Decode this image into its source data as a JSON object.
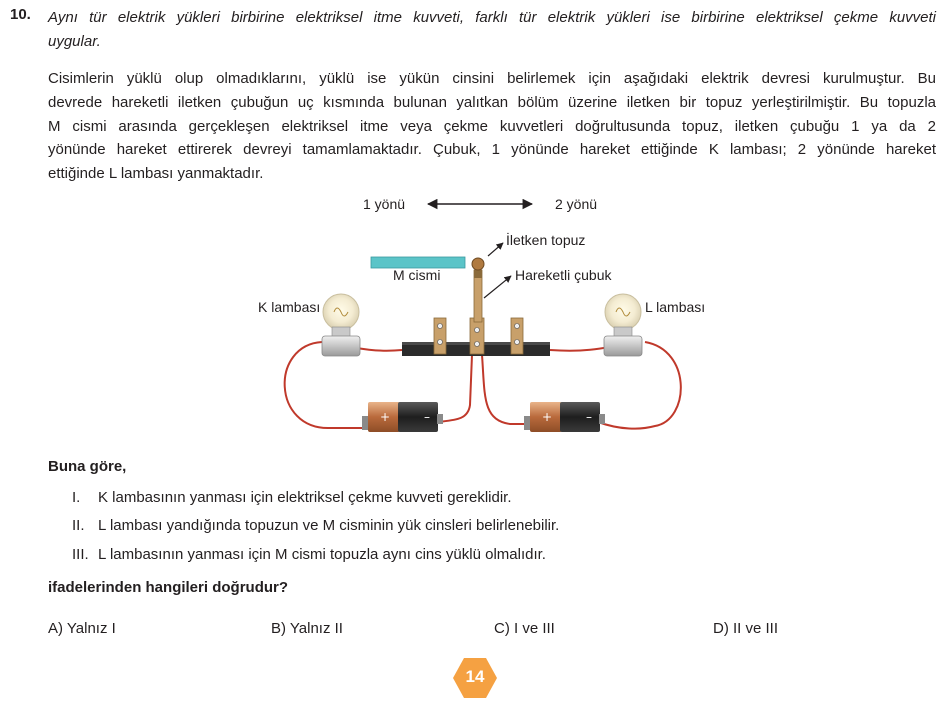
{
  "question": {
    "number": "10.",
    "intro_line1": "Aynı tür elektrik yükleri birbirine elektriksel itme kuvveti, farklı tür elektrik yükleri ise birbirine elektriksel çekme kuvveti",
    "intro_line2": "uygular.",
    "body_lines": [
      "Cisimlerin yüklü olup olmadıklarını, yüklü ise yükün cinsini belirlemek için aşağıdaki elektrik devresi kurulmuştur. Bu",
      "devrede hareketli iletken çubuğun uç kısmında bulunan yalıtkan bölüm üzerine iletken bir topuz yerleştirilmiştir. Bu topuzla",
      "M cismi arasında gerçekleşen elektriksel itme veya çekme kuvvetleri doğrultusunda topuz, iletken çubuğu 1 ya da 2",
      "yönünde hareket ettirerek devreyi tamamlamaktadır. Çubuk, 1 yönünde hareket ettiğinde K lambası; 2 yönünde hareket",
      "ettiğinde L lambası yanmaktadır."
    ],
    "figure": {
      "dir1": "1 yönü",
      "dir2": "2 yönü",
      "knob": "İletken topuz",
      "rod": "Hareketli çubuk",
      "m": "M cismi",
      "k": "K lambası",
      "l": "L lambası"
    },
    "prompt": "Buna göre,",
    "statements": [
      {
        "num": "I.",
        "text": "K lambasının yanması için elektriksel çekme kuvveti gereklidir."
      },
      {
        "num": "II.",
        "text": "L lambası yandığında topuzun ve M cisminin yük cinsleri belirlenebilir."
      },
      {
        "num": "III.",
        "text": "L lambasının yanması için M cismi topuzla aynı cins yüklü olmalıdır."
      }
    ],
    "ask": "ifadelerinden hangileri doğrudur?",
    "options": [
      "A) Yalnız I",
      "B) Yalnız II",
      "C) I ve III",
      "D) II ve III"
    ]
  },
  "page_number": "14",
  "colors": {
    "wire": "#c0392b",
    "badge": "#f5a142",
    "m_object": "#5bc4c8",
    "rod": "#c8a06a"
  }
}
